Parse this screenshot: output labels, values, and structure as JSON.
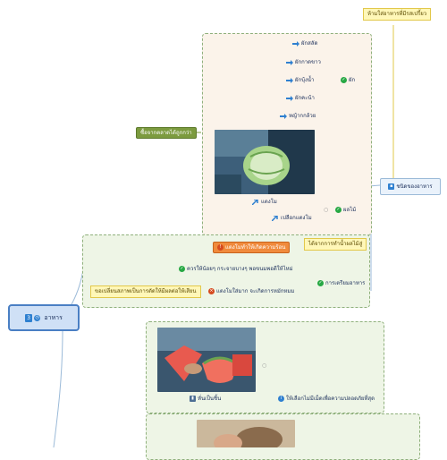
{
  "root": {
    "number": "3",
    "label": "อาหาร"
  },
  "food_types": {
    "label": "ชนิดของอาหาร"
  },
  "note_top": {
    "text": "ห้ามใส่อาหารที่มีรสเปรี้ยว"
  },
  "vegetables": {
    "label": "ผัก",
    "items": [
      "ผักสลัด",
      "ผักกาดขาว",
      "ผักบุ้งน้ำ",
      "ผักคะน้า",
      "หญ้ากกล้วย"
    ]
  },
  "market_note": {
    "text": "ซื้อจากตลาดได้ถูกกว่า"
  },
  "fruits": {
    "label": "ผลไม้",
    "items": [
      "แตงโม",
      "เปลือกแตงโม"
    ]
  },
  "feeding": {
    "label": "การเตรียมอาหาร",
    "danger": "แตงโมทำให้เกิดความร้อน",
    "tip": "ได้จากการทำน้ำผลไม้สู่",
    "water_note": "ควรให้น้อยๆ กระจายบางๆ พอขนมพอดีให้ไหม่",
    "warn": "แตงโมใส่มาก จะเกิดการหมักหมม",
    "left_note": "ขอเปลี่ยนสภาพเป็นการตัดให้มีผลต่อให้เสียน"
  },
  "section2": {
    "caption": "หั่นเป็นชิ้น",
    "info": "ให้เลือกไม่มีเม็ดเพื่อความปลอดภัยที่สุด"
  },
  "colors": {
    "root_fill": "#cfe0f6",
    "root_border": "#4a7fc4",
    "veg_panel": "#fbf3ea",
    "feed_panel": "#eef5e6",
    "dashed_border": "#8fb07c",
    "market_green": "#7c9b3f",
    "danger_orange": "#f08a3c",
    "check_green": "#27a844",
    "note_yellow": "#fff7b8",
    "link_blue": "#2f80d0"
  },
  "icons": [
    "check-circle-icon",
    "arrow-right-icon",
    "clock-icon",
    "info-icon",
    "warning-icon",
    "bar-chart-icon",
    "plate-icon"
  ]
}
